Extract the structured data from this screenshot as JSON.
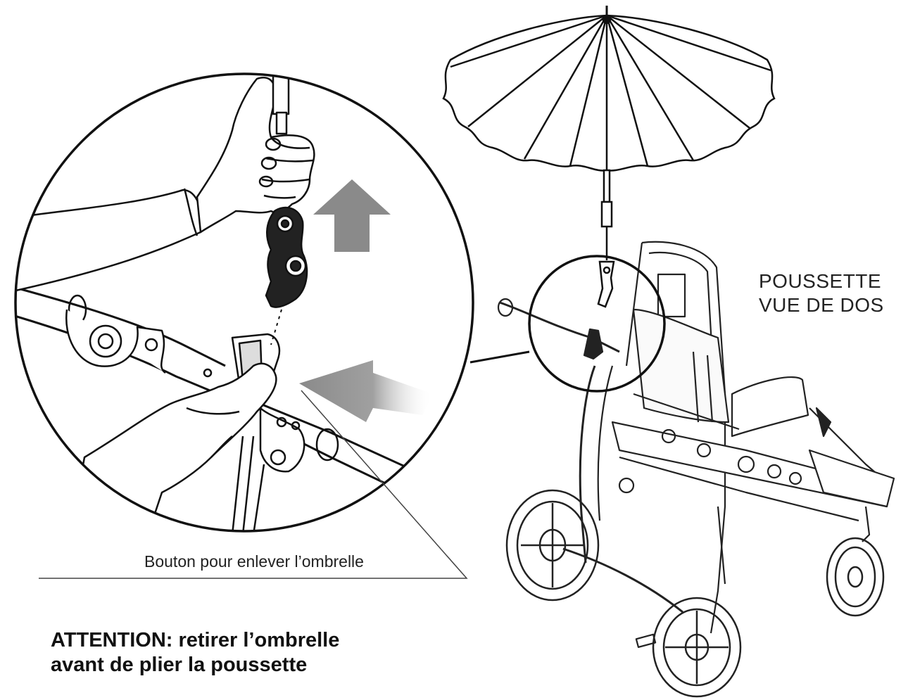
{
  "labels": {
    "button_caption": "Bouton pour enlever l’ombrelle",
    "view_line1": "POUSSETTE",
    "view_line2": "VUE DE DOS"
  },
  "warning": {
    "line1": "ATTENTION: retirer l’ombrelle",
    "line2": "avant de plier la poussette"
  },
  "arrows": {
    "up_color": "#8a8a8a",
    "left_color": "#8a8a8a"
  },
  "icons": [
    "umbrella-icon",
    "stroller-icon",
    "hand-icon",
    "arrow-up-icon",
    "arrow-left-icon"
  ]
}
